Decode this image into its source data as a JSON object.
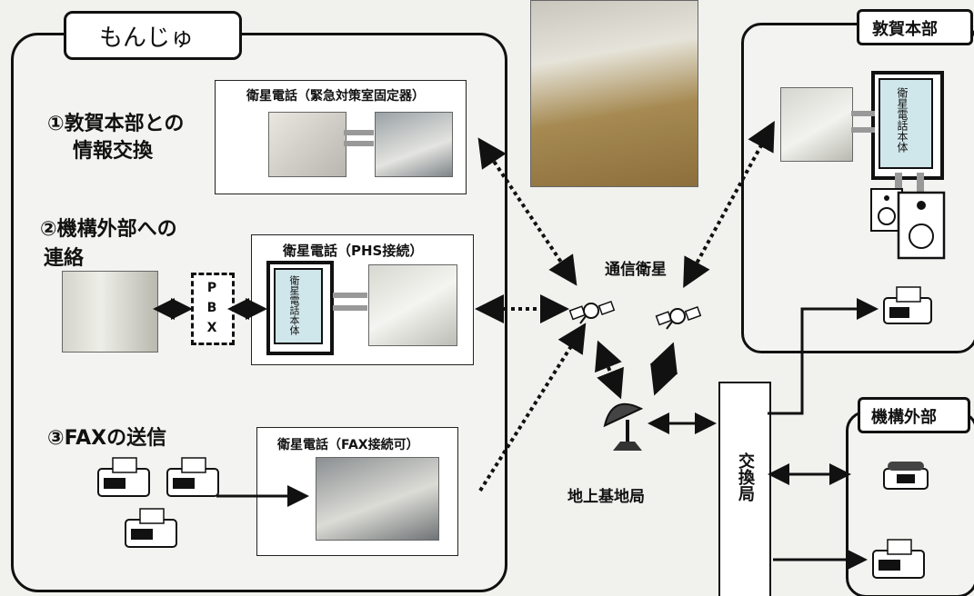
{
  "panels": {
    "monju": "もんじゅ",
    "tsuruga_hq": "敦賀本部",
    "external": "機構外部"
  },
  "tasks": {
    "t1_line1": "①敦賀本部との",
    "t1_line2": "情報交換",
    "t2_line1": "②機構外部への",
    "t2_line2": "連絡",
    "t3": "③FAXの送信"
  },
  "devices": {
    "sat_phone_fixed": "衛星電話（緊急対策室固定器）",
    "sat_phone_phs": "衛星電話（PHS接続）",
    "sat_phone_fax": "衛星電話（FAX接続可）",
    "pbx": "PBX",
    "sat_phone_body": "衛星電話本体"
  },
  "network": {
    "satellite": "通信衛星",
    "ground_station": "地上基地局",
    "exchange": "交換局"
  },
  "icons": [
    "satellite-icon",
    "dish-antenna-icon",
    "fax-icon",
    "speaker-icon",
    "phone-icon",
    "phs-handset-icon"
  ]
}
